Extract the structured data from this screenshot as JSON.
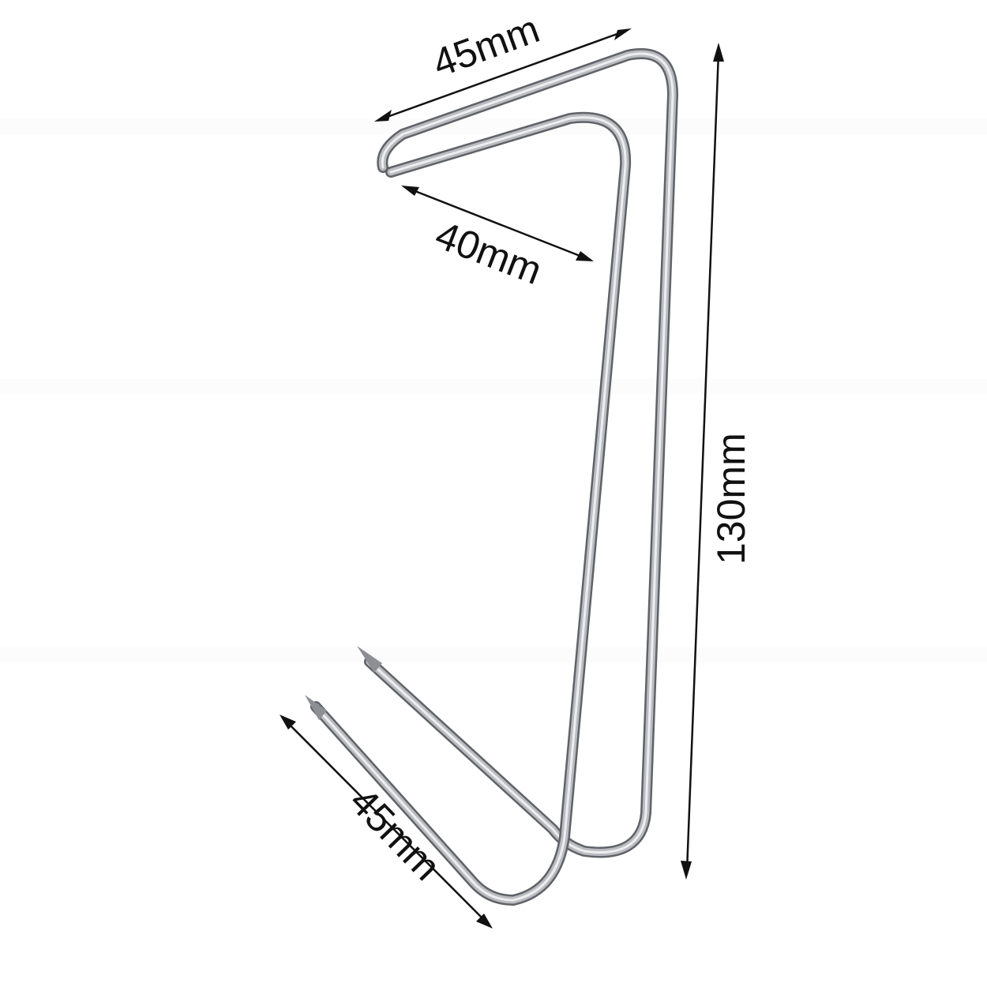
{
  "product": {
    "subject": "S-shaped stainless steel double meat hook with pointed tips",
    "material_colors": {
      "steel_dark": "#6f7378",
      "steel_mid": "#a7abb0",
      "steel_light": "#e4e6e8",
      "background": "#ffffff",
      "dimension_ink": "#111111"
    }
  },
  "dimensions": {
    "top_outer_hook": "45mm",
    "top_inner_hook": "40mm",
    "total_length": "130mm",
    "bottom_hook": "45mm"
  }
}
